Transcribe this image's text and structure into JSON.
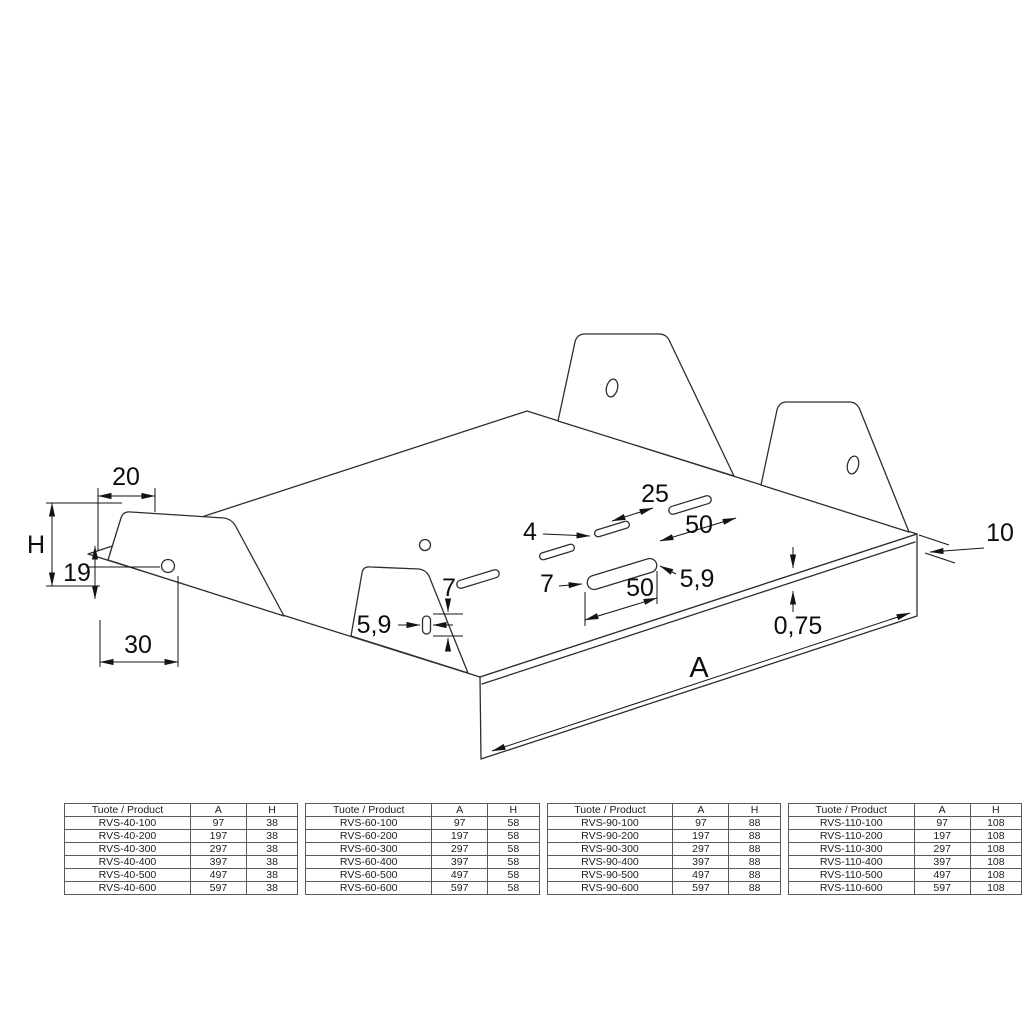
{
  "drawing": {
    "dims": {
      "d20": "20",
      "dH": "H",
      "d19": "19",
      "d30": "30",
      "d59_flange": "5,9",
      "d7_flange": "7",
      "d4": "4",
      "d25": "25",
      "d50_upper": "50",
      "d7_slot": "7",
      "d59_slot": "5,9",
      "d50_slot": "50",
      "d10": "10",
      "d075": "0,75",
      "dA": "A"
    }
  },
  "tables": [
    {
      "headers": [
        "Tuote / Product",
        "A",
        "H"
      ],
      "rows": [
        [
          "RVS-40-100",
          "97",
          "38"
        ],
        [
          "RVS-40-200",
          "197",
          "38"
        ],
        [
          "RVS-40-300",
          "297",
          "38"
        ],
        [
          "RVS-40-400",
          "397",
          "38"
        ],
        [
          "RVS-40-500",
          "497",
          "38"
        ],
        [
          "RVS-40-600",
          "597",
          "38"
        ]
      ]
    },
    {
      "headers": [
        "Tuote / Product",
        "A",
        "H"
      ],
      "rows": [
        [
          "RVS-60-100",
          "97",
          "58"
        ],
        [
          "RVS-60-200",
          "197",
          "58"
        ],
        [
          "RVS-60-300",
          "297",
          "58"
        ],
        [
          "RVS-60-400",
          "397",
          "58"
        ],
        [
          "RVS-60-500",
          "497",
          "58"
        ],
        [
          "RVS-60-600",
          "597",
          "58"
        ]
      ]
    },
    {
      "headers": [
        "Tuote / Product",
        "A",
        "H"
      ],
      "rows": [
        [
          "RVS-90-100",
          "97",
          "88"
        ],
        [
          "RVS-90-200",
          "197",
          "88"
        ],
        [
          "RVS-90-300",
          "297",
          "88"
        ],
        [
          "RVS-90-400",
          "397",
          "88"
        ],
        [
          "RVS-90-500",
          "497",
          "88"
        ],
        [
          "RVS-90-600",
          "597",
          "88"
        ]
      ]
    },
    {
      "headers": [
        "Tuote / Product",
        "A",
        "H"
      ],
      "rows": [
        [
          "RVS-110-100",
          "97",
          "108"
        ],
        [
          "RVS-110-200",
          "197",
          "108"
        ],
        [
          "RVS-110-300",
          "297",
          "108"
        ],
        [
          "RVS-110-400",
          "397",
          "108"
        ],
        [
          "RVS-110-500",
          "497",
          "108"
        ],
        [
          "RVS-110-600",
          "597",
          "108"
        ]
      ]
    }
  ]
}
